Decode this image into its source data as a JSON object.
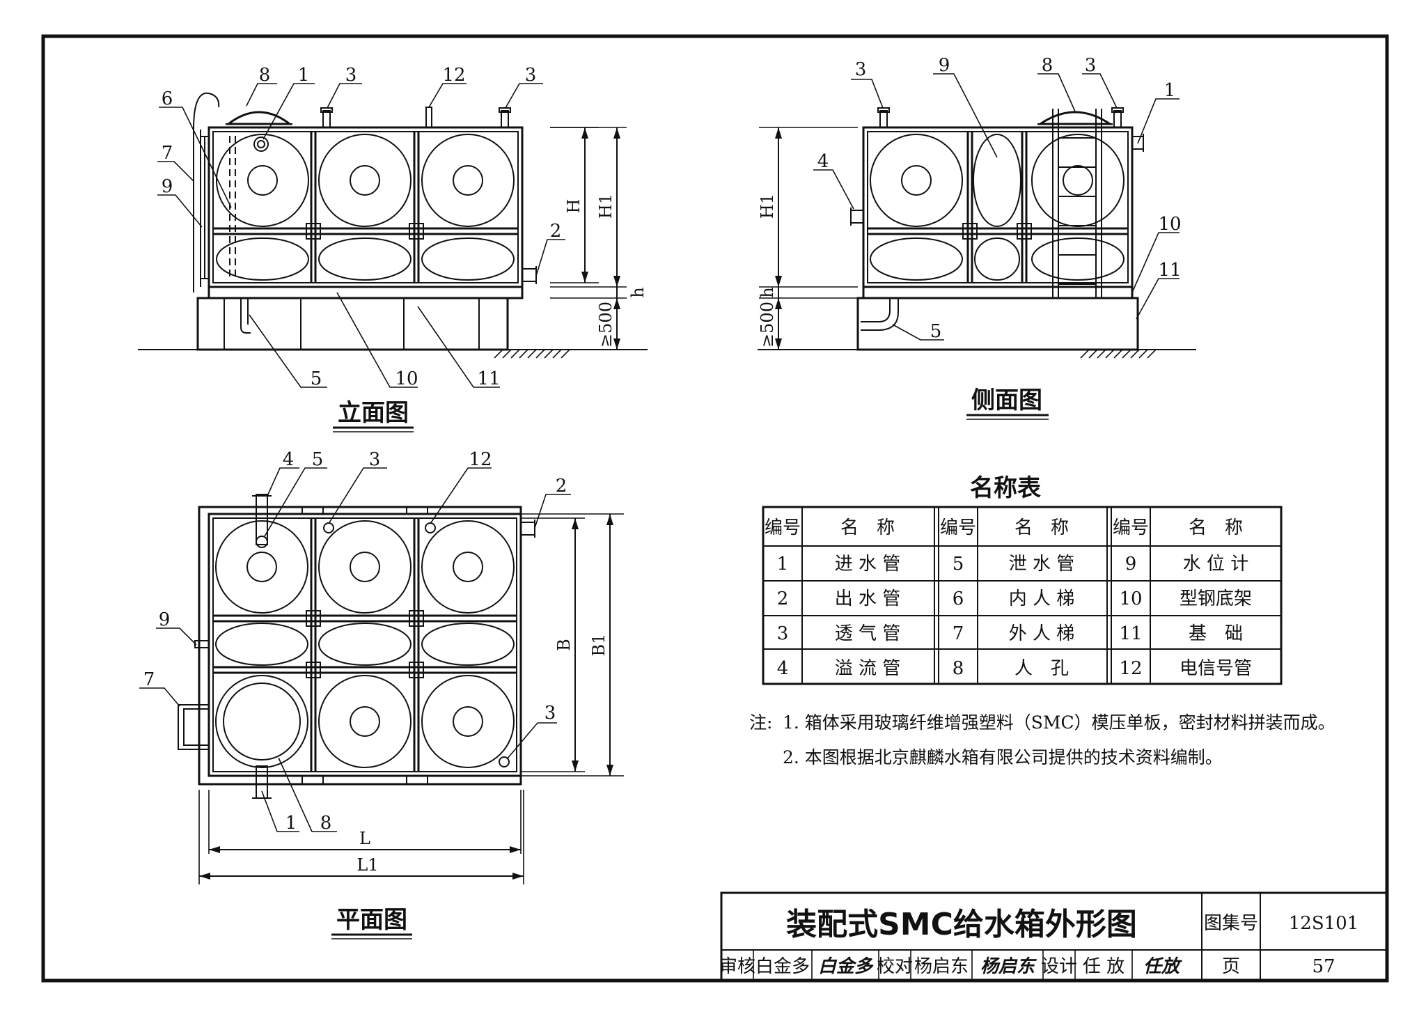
{
  "views": {
    "elevation": "立面图",
    "side": "侧面图",
    "plan": "平面图"
  },
  "dims": {
    "H": "H",
    "H1": "H1",
    "h": "h",
    "ge500": "≥500",
    "B": "B",
    "B1": "B1",
    "L": "L",
    "L1": "L1"
  },
  "callouts": {
    "elevation": [
      "8",
      "1",
      "3",
      "12",
      "3",
      "6",
      "7",
      "9",
      "2",
      "5",
      "10",
      "11"
    ],
    "side": [
      "3",
      "9",
      "8",
      "3",
      "1",
      "4",
      "10",
      "11",
      "5"
    ],
    "plan": [
      "4",
      "5",
      "3",
      "12",
      "2",
      "9",
      "7",
      "3",
      "1",
      "8"
    ]
  },
  "parts_table": {
    "title": "名称表",
    "headers": [
      "编号",
      "名　称",
      "编号",
      "名　称",
      "编号",
      "名　称"
    ],
    "rows": [
      [
        "1",
        "进 水 管",
        "5",
        "泄 水 管",
        "9",
        "水 位 计"
      ],
      [
        "2",
        "出 水 管",
        "6",
        "内 人 梯",
        "10",
        "型钢底架"
      ],
      [
        "3",
        "透 气 管",
        "7",
        "外 人 梯",
        "11",
        "基　础"
      ],
      [
        "4",
        "溢 流 管",
        "8",
        "人　孔",
        "12",
        "电信号管"
      ]
    ]
  },
  "notes": {
    "label": "注:",
    "items": [
      "1. 箱体采用玻璃纤维增强塑料（SMC）模压单板，密封材料拼装而成。",
      "2. 本图根据北京麒麟水箱有限公司提供的技术资料编制。"
    ]
  },
  "title_block": {
    "title": "装配式SMC给水箱外形图",
    "atlas_label": "图集号",
    "atlas_no": "12S101",
    "page_label": "页",
    "page_no": "57",
    "review_label": "审核",
    "reviewer": "白金多",
    "reviewer_sig": "白金多",
    "check_label": "校对",
    "checker": "杨启东",
    "checker_sig": "杨启东",
    "design_label": "设计",
    "designer": "任 放",
    "designer_sig": "任放"
  }
}
